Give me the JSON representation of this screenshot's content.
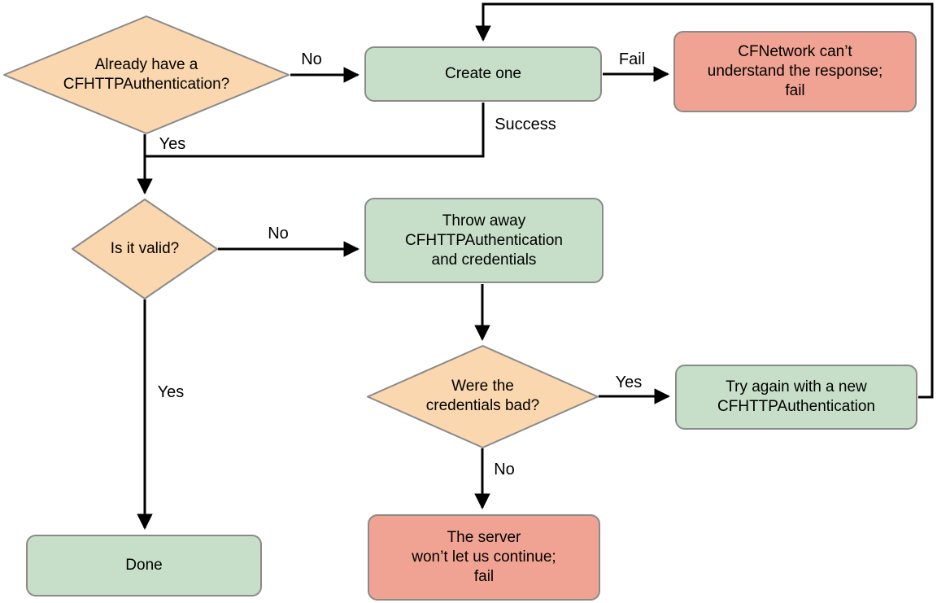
{
  "diagram": {
    "type": "flowchart",
    "topic": "CFHTTPAuthentication handling flow",
    "colors": {
      "decision_fill": "#FAD7AE",
      "process_fill": "#C7DFC8",
      "fail_fill": "#F0A392",
      "shape_border": "#8A8A8A",
      "line_color": "#000000",
      "text_color": "#000000",
      "background": "#FFFFFF"
    },
    "nodes": {
      "already_have": {
        "shape": "decision",
        "label": "Already have a\nCFHTTPAuthentication?"
      },
      "create_one": {
        "shape": "process",
        "label": "Create one"
      },
      "cfnetwork_fail": {
        "shape": "fail",
        "label": "CFNetwork can’t\nunderstand the response;\nfail"
      },
      "is_valid": {
        "shape": "decision",
        "label": "Is it valid?"
      },
      "throw_away": {
        "shape": "process",
        "label": "Throw away\nCFHTTPAuthentication\nand credentials"
      },
      "credentials_bad": {
        "shape": "decision",
        "label": "Were the\ncredentials bad?"
      },
      "try_again": {
        "shape": "process",
        "label": "Try again with a new\nCFHTTPAuthentication"
      },
      "server_fail": {
        "shape": "fail",
        "label": "The server\nwon’t let us continue;\nfail"
      },
      "done": {
        "shape": "process",
        "label": "Done"
      }
    },
    "edges": {
      "already_no": "No",
      "already_yes": "Yes",
      "create_fail": "Fail",
      "create_success": "Success",
      "valid_no": "No",
      "valid_yes": "Yes",
      "bad_yes": "Yes",
      "bad_no": "No"
    }
  }
}
